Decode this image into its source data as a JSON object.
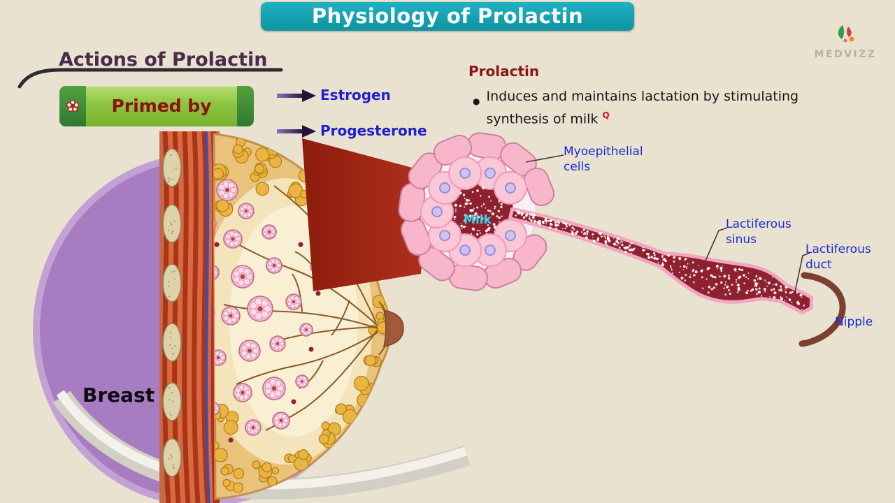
{
  "title_banner": {
    "text": "Physiology of Prolactin"
  },
  "logo": {
    "text": "MEDVIZZ"
  },
  "actions": {
    "heading": "Actions of Prolactin",
    "primed_by": "Primed by",
    "hormones": [
      {
        "label": "Estrogen"
      },
      {
        "label": "Progesterone"
      }
    ]
  },
  "prolactin": {
    "heading": "Prolactin",
    "bullet_line1": "Induces and maintains lactation by stimulating",
    "bullet_line2": "synthesis of milk",
    "bullet_sup": "Q"
  },
  "diagram_labels": {
    "breast": "Breast",
    "milk": "Milk",
    "myoepithelial_cells": "Myoepithelial cells",
    "lactiferous_sinus": "Lactiferous sinus",
    "lactiferous_duct": "Lactiferous duct",
    "nipple": "Nipple"
  },
  "colors": {
    "background": "#e9e2d1",
    "banner_teal": "#14a1b0",
    "heading_plum": "#4b2a4a",
    "hormone_blue": "#2020cc",
    "label_blue": "#1b2bd0",
    "prolactin_red": "#8b1616",
    "primed_green": "#8cc43e",
    "primed_green_dark": "#2e7a33",
    "primed_text_red": "#8b1212",
    "milk_cyan": "#38d4e6",
    "lumen_red": "#8e2130",
    "beam_red": "#9d2716",
    "purple_backdrop": "#a77cc0",
    "alveolus_pink": "#f7b6ca"
  }
}
